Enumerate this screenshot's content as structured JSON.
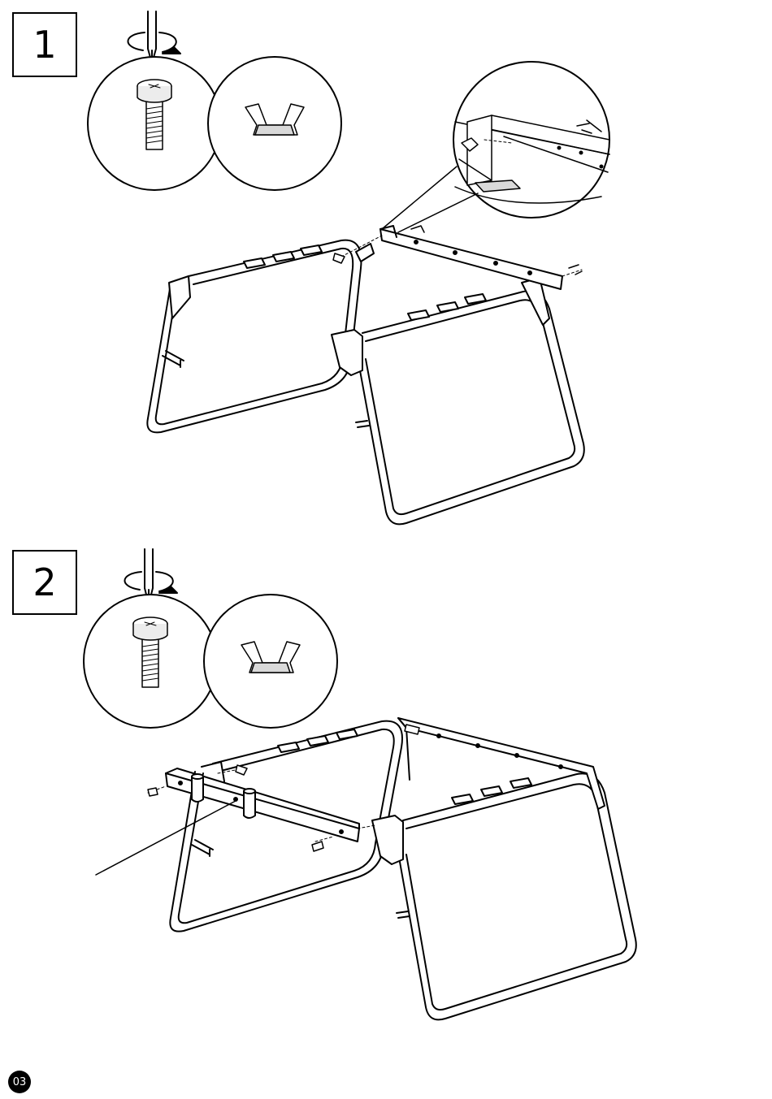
{
  "steps": [
    {
      "number": "1"
    },
    {
      "number": "2"
    }
  ],
  "page": {
    "number": "03"
  },
  "icons": {
    "screwdriver": "screwdriver-rotate-icon",
    "screw": "machine-screw-icon",
    "wing_nut": "wing-nut-icon"
  },
  "colors": {
    "ink": "#000000",
    "paper": "#ffffff",
    "shade": "#d9d9d9"
  }
}
